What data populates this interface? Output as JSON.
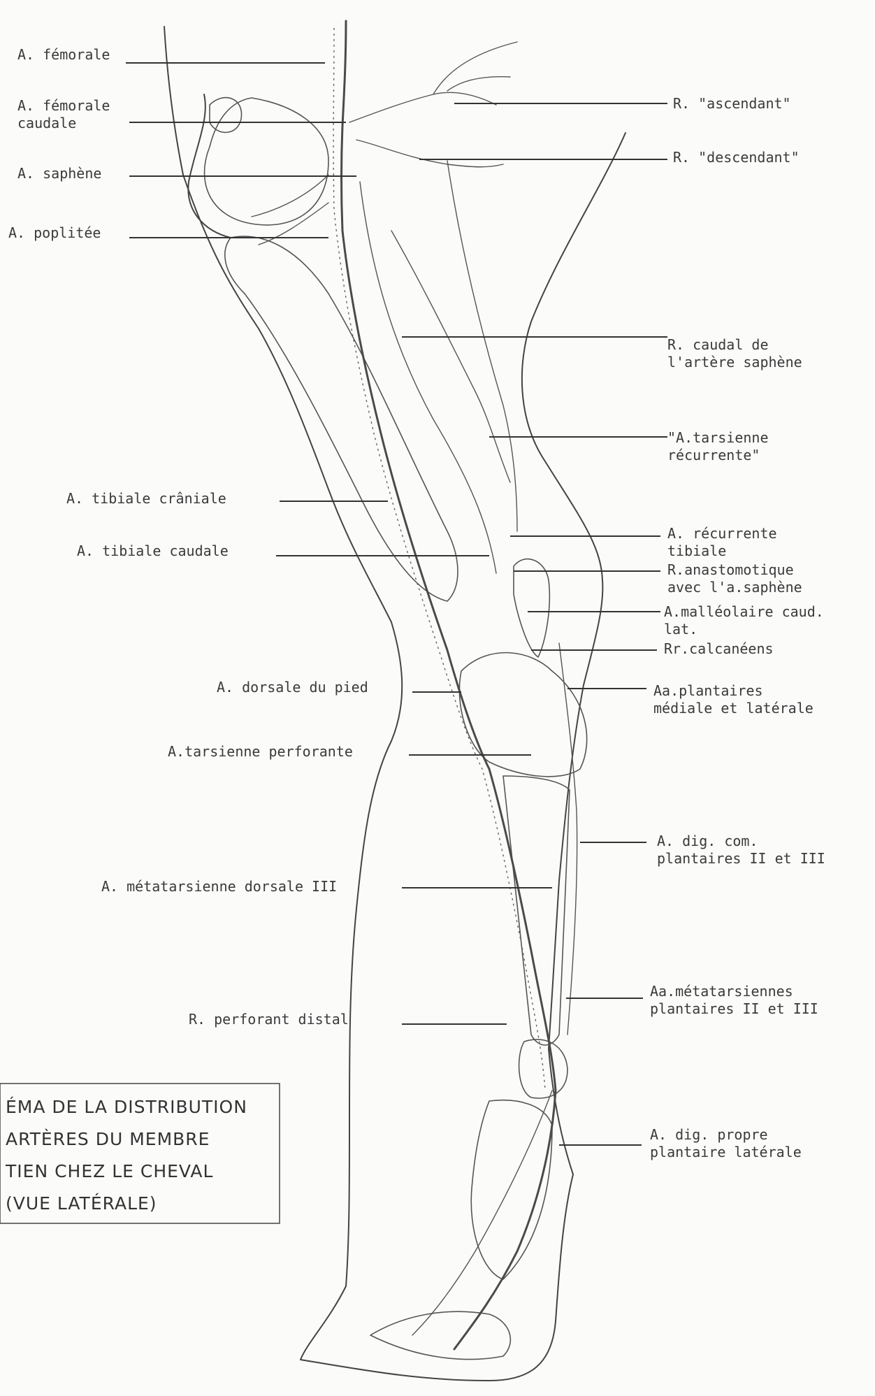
{
  "figure": {
    "title_lines": [
      "ÉMA DE LA DISTRIBUTION",
      "ARTÈRES DU MEMBRE",
      "TIEN CHEZ LE CHEVAL",
      "(VUE LATÉRALE)"
    ]
  },
  "labels_left": [
    {
      "lines": [
        "A. fémorale"
      ]
    },
    {
      "lines": [
        "A. fémorale",
        "caudale"
      ]
    },
    {
      "lines": [
        "A. saphène"
      ]
    },
    {
      "lines": [
        "A. poplitée"
      ]
    },
    {
      "lines": [
        "A. tibiale crâniale"
      ]
    },
    {
      "lines": [
        "A. tibiale caudale"
      ]
    },
    {
      "lines": [
        "A. dorsale du pied"
      ]
    },
    {
      "lines": [
        "A.tarsienne perforante"
      ]
    },
    {
      "lines": [
        "A. métatarsienne dorsale III"
      ]
    },
    {
      "lines": [
        "R. perforant distal"
      ]
    }
  ],
  "labels_right": [
    {
      "lines": [
        "R. \"ascendant\""
      ]
    },
    {
      "lines": [
        "R. \"descendant\""
      ]
    },
    {
      "lines": [
        "R. caudal de",
        "l'artère saphène"
      ]
    },
    {
      "lines": [
        "\"A.tarsienne",
        "récurrente\""
      ]
    },
    {
      "lines": [
        "A. récurrente",
        "tibiale"
      ]
    },
    {
      "lines": [
        "R.anastomotique",
        "avec l'a.saphène"
      ]
    },
    {
      "lines": [
        "A.malléolaire caud.",
        "lat."
      ]
    },
    {
      "lines": [
        "Rr.calcanéens"
      ]
    },
    {
      "lines": [
        "Aa.plantaires",
        "médiale et latérale"
      ]
    },
    {
      "lines": [
        "A. dig. com.",
        "plantaires II et III"
      ]
    },
    {
      "lines": [
        "Aa.métatarsiennes",
        "plantaires II et III"
      ]
    },
    {
      "lines": [
        "A. dig. propre",
        "plantaire latérale"
      ]
    }
  ]
}
